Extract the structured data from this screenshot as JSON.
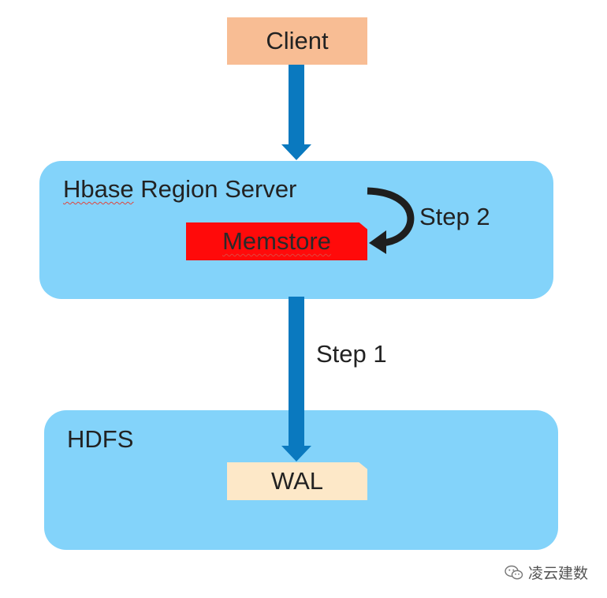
{
  "client": {
    "label": "Client"
  },
  "region_server": {
    "title_prefix": "Hbase",
    "title_rest": " Region Server",
    "memstore_label": "Memstore"
  },
  "hdfs": {
    "title": "HDFS",
    "wal_label": "WAL"
  },
  "steps": {
    "step1": "Step 1",
    "step2": "Step 2"
  },
  "watermark": {
    "text": "凌云建数",
    "icon": "wechat-icon"
  },
  "colors": {
    "client_fill": "#f8bd94",
    "container_fill": "#83d3fa",
    "memstore_fill": "#ff0a0a",
    "wal_fill": "#fde8c8",
    "arrow_blue": "#0a79bf",
    "curved_arrow": "#1e1e1e"
  }
}
